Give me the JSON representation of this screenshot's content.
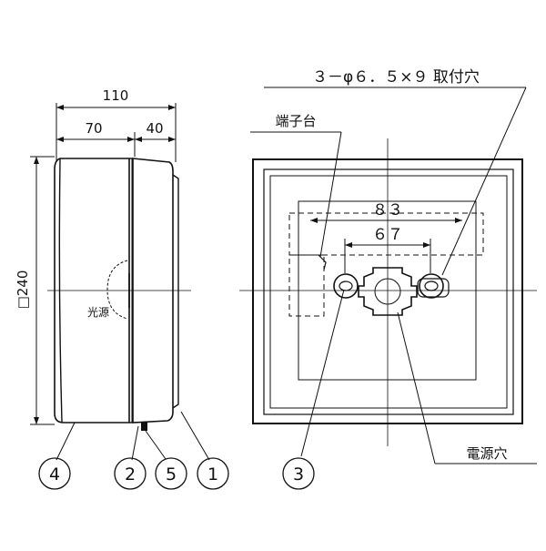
{
  "side_view": {
    "dimension_total": "110",
    "dimension_left": "70",
    "dimension_right": "40",
    "dimension_height": "□240",
    "light_source_label": "光源"
  },
  "front_view": {
    "mounting_hole_label": "３－φ６．５×９ 取付穴",
    "terminal_block_label": "端子台",
    "dimension_outer": "８３",
    "dimension_inner": "６７",
    "power_hole_label": "電源穴"
  },
  "callouts": [
    "4",
    "2",
    "5",
    "1",
    "3"
  ]
}
